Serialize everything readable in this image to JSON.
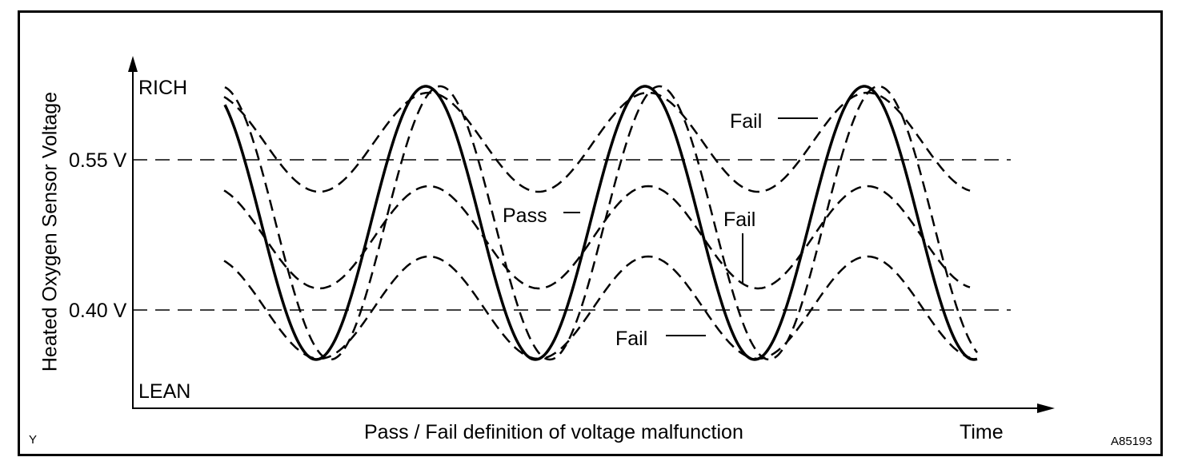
{
  "diagram": {
    "y_axis_label": "Heated Oxygen Sensor Voltage",
    "x_axis_label": "Time",
    "caption": "Pass / Fail definition of voltage malfunction",
    "rich_label": "RICH",
    "lean_label": "LEAN",
    "threshold_high": "0.55 V",
    "threshold_low": "0.40 V",
    "corner_left": "Y",
    "figure_code": "A85193",
    "annotations": {
      "fail_top": "Fail",
      "pass": "Pass",
      "fail_middle": "Fail",
      "fail_bottom": "Fail"
    },
    "line_color": "#000000"
  }
}
